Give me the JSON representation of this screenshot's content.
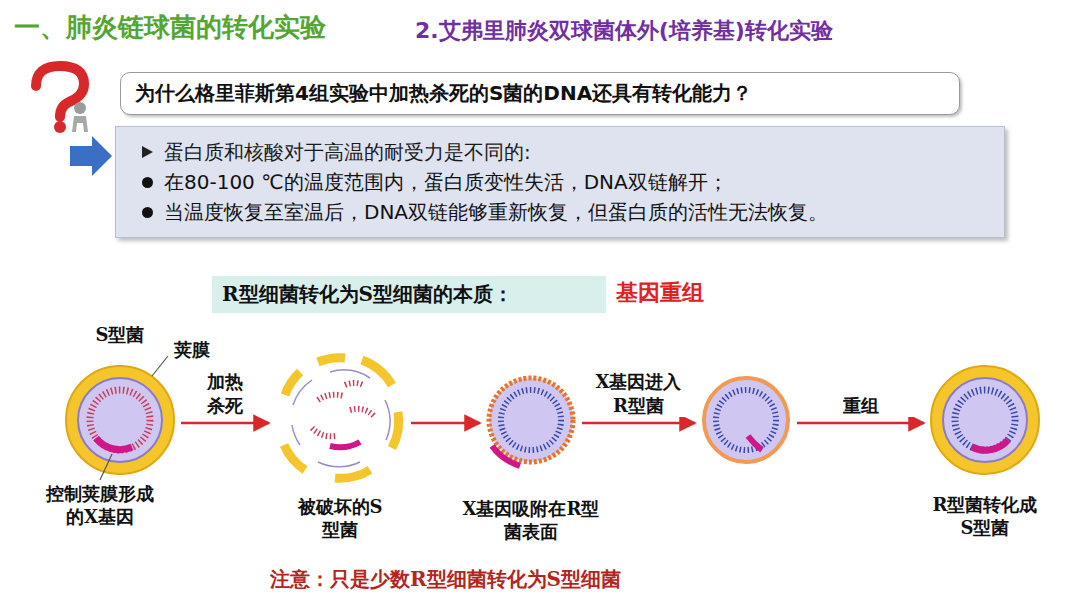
{
  "diagram": {
    "title": "一、肺炎链球菌的转化实验",
    "nodes": [
      {
        "text": [
          "为什么格里菲斯第4组实验中加热杀死的S菌的DNA还具有转化能力？"
        ]
      },
      {
        "text": [
          "蛋白质和核酸对于高温的耐受力是不同的:",
          "在80-100 ℃的温度范围内，蛋白质变性失活，DNA双链解开；",
          "当温度恢复至室温后，DNA双链能够重新恢复，但蛋白质的活性无法恢复。"
        ]
      },
      {
        "text": [
          "R型细菌转化为S型细菌的本质：",
          "基因重组"
        ]
      },
      {
        "text": [
          "S型菌"
        ]
      },
      {
        "text": [
          "被破坏的S型菌"
        ]
      },
      {
        "text": [
          "X基因吸附在R型菌表面"
        ]
      },
      {
        "text": []
      },
      {
        "text": [
          "R型菌转化成S型菌"
        ]
      }
    ],
    "edges": [
      {
        "from": 3,
        "to": 4,
        "label": "加热杀死",
        "arrow": "to"
      },
      {
        "from": 4,
        "to": 5,
        "arrow": "to"
      },
      {
        "from": 5,
        "to": 6,
        "label": "X基因进入R型菌",
        "arrow": "to"
      },
      {
        "from": 6,
        "to": 7,
        "label": "重组",
        "arrow": "to"
      }
    ],
    "labels": [
      "2.艾弗里肺炎双球菌体外(培养基)转化实验",
      "荚膜",
      "控制荚膜形成的X基因",
      "注意：只是少数R型细菌转化为S型细菌"
    ]
  }
}
